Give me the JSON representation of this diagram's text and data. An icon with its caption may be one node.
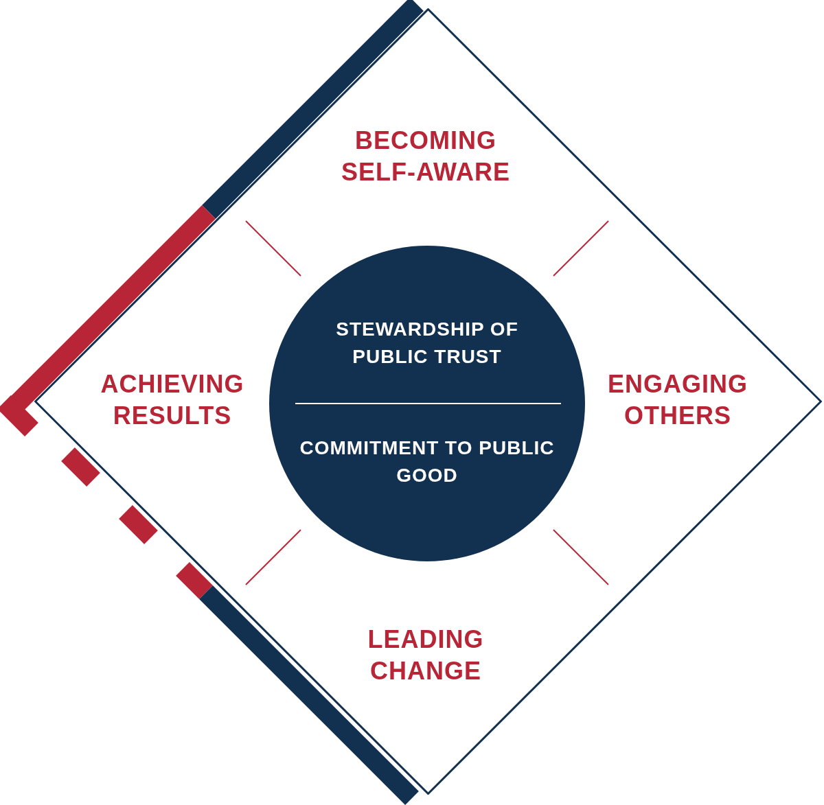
{
  "diagram": {
    "nodes": [
      {
        "text": [
          "BECOMING SELF-AWARE",
          "ACHIEVING RESULTS",
          "ENGAGING OTHERS",
          "LEADING CHANGE"
        ]
      },
      {
        "text": [
          "STEWARDSHIP OF PUBLIC TRUST",
          "COMMITMENT TO PUBLIC GOOD"
        ],
        "in": 0
      }
    ]
  }
}
